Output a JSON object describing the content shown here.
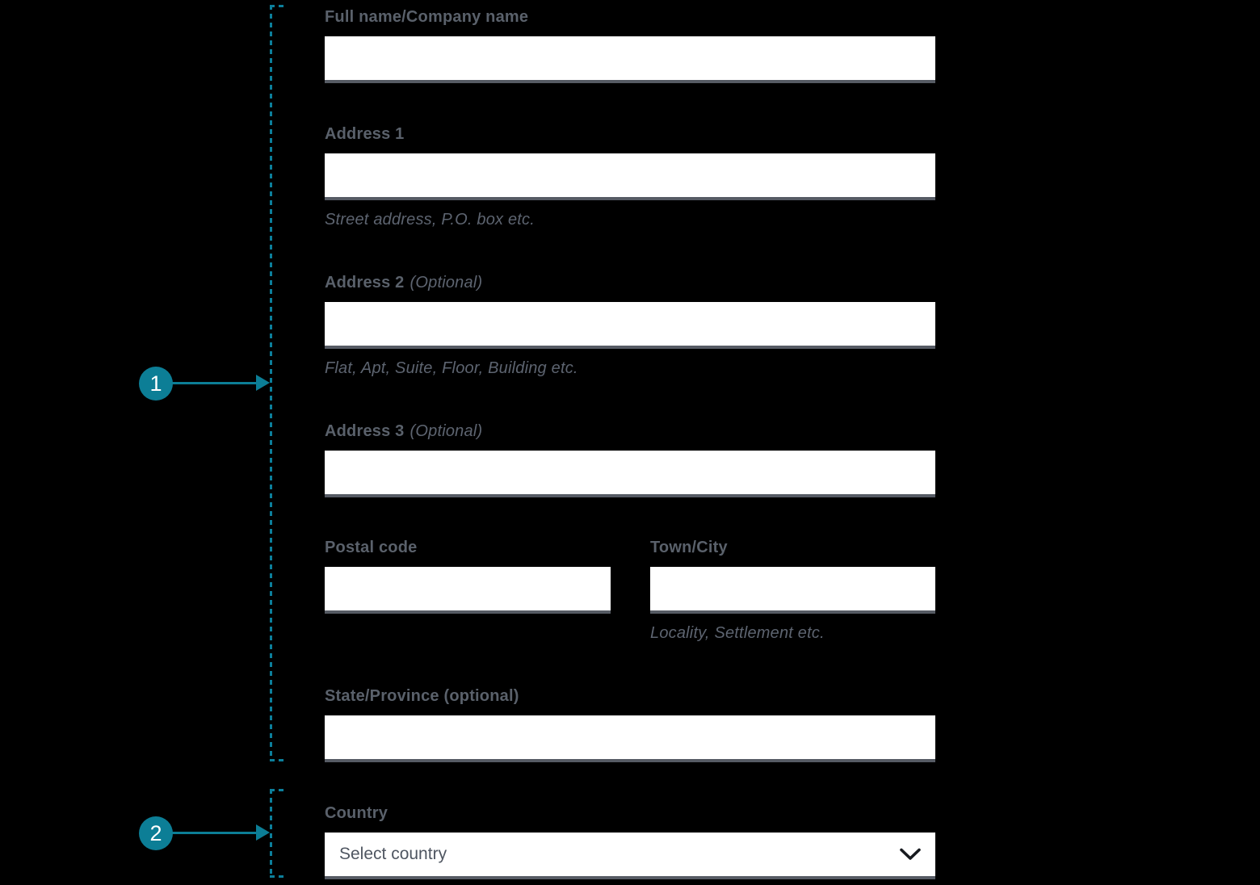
{
  "form": {
    "full_name": {
      "label": "Full name/Company name",
      "value": ""
    },
    "address1": {
      "label": "Address 1",
      "value": "",
      "hint": "Street address, P.O. box etc."
    },
    "address2": {
      "label": "Address 2",
      "optional": "(Optional)",
      "value": "",
      "hint": "Flat, Apt, Suite, Floor, Building etc."
    },
    "address3": {
      "label": "Address 3",
      "optional": "(Optional)",
      "value": ""
    },
    "postal_code": {
      "label": "Postal code",
      "value": ""
    },
    "town_city": {
      "label": "Town/City",
      "value": "",
      "hint": "Locality, Settlement etc."
    },
    "state_province": {
      "label": "State/Province (optional)",
      "value": ""
    },
    "country": {
      "label": "Country",
      "placeholder": "Select country"
    }
  },
  "annotations": {
    "marker1": {
      "number": "1"
    },
    "marker2": {
      "number": "2"
    }
  },
  "colors": {
    "accent_teal": "#0c7e96",
    "label_gray": "#5a616b",
    "input_underline": "#565b64",
    "background": "#000000"
  }
}
